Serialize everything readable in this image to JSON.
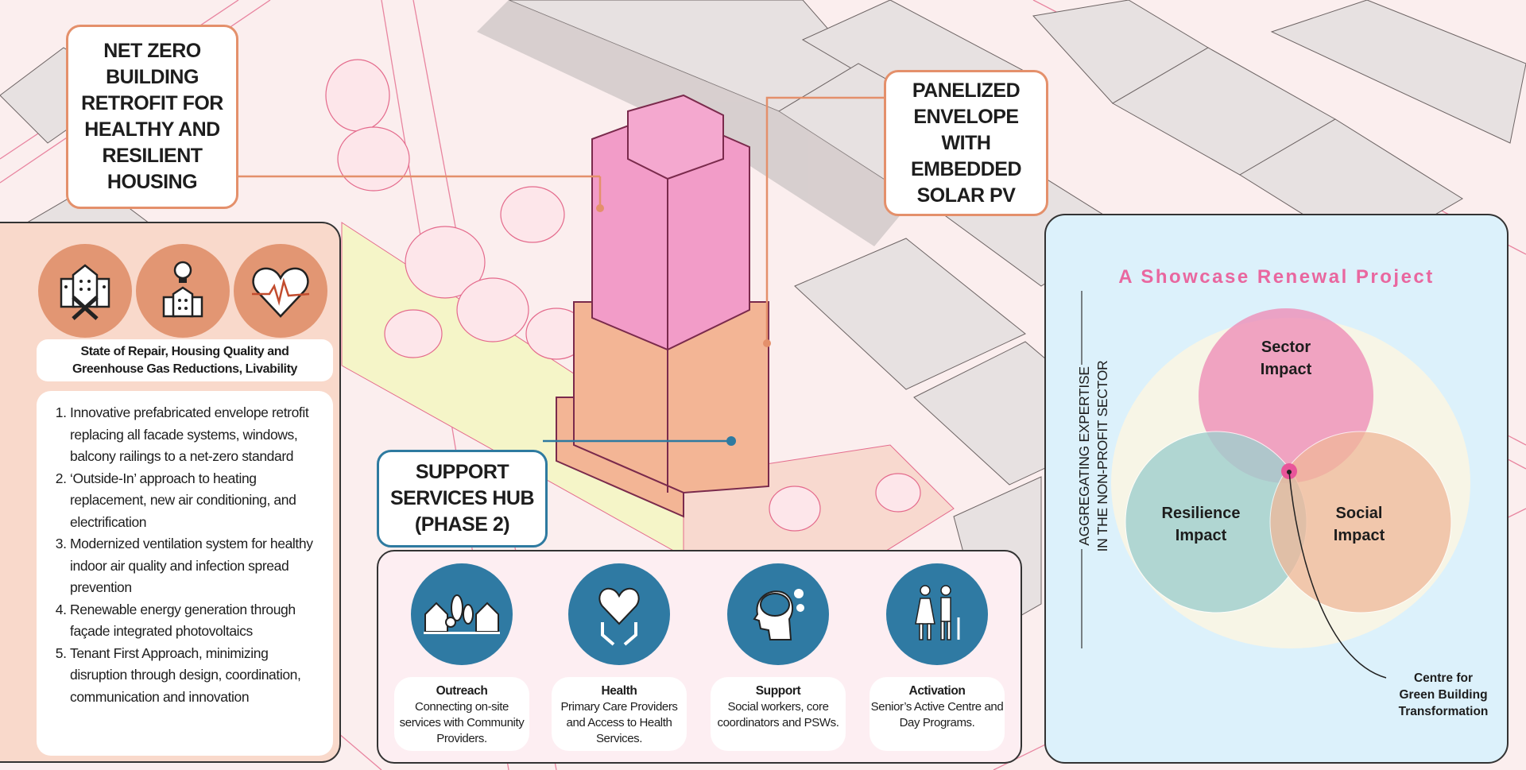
{
  "callouts": {
    "net_zero": "NET ZERO\nBUILDING\nRETROFIT FOR\nHEALTHY AND\nRESILIENT\nHOUSING",
    "panelized": "PANELIZED\nENVELOPE\nWITH\nEMBEDDED\nSOLAR PV",
    "support_hub": "SUPPORT\nSERVICES HUB\n(PHASE 2)"
  },
  "left_panel": {
    "icons": [
      "building-repair-icon",
      "green-building-lightbulb-icon",
      "heart-pulse-icon"
    ],
    "label": "State of Repair, Housing Quality and\nGreenhouse Gas Reductions, Livability",
    "items": [
      "Innovative prefabricated envelope retrofit replacing all facade systems, windows, balcony railings to a net-zero standard",
      "‘Outside-In’ approach to heating replacement, new air conditioning, and electrification",
      "Modernized ventilation system for healthy indoor air quality and infection spread prevention",
      "Renewable energy generation through façade integrated photovoltaics",
      "Tenant First Approach, minimizing disruption through design, coordination, communication and innovation"
    ]
  },
  "services": [
    {
      "icon": "community-houses-icon",
      "title": "Outreach",
      "desc": "Connecting on-site services with Community Providers."
    },
    {
      "icon": "heart-hands-icon",
      "title": "Health",
      "desc": "Primary Care Providers and Access to Health Services."
    },
    {
      "icon": "head-brain-icon",
      "title": "Support",
      "desc": "Social workers, core coordinators and PSWs."
    },
    {
      "icon": "seniors-walking-icon",
      "title": "Activation",
      "desc": "Senior’s Active Centre and Day Programs."
    }
  ],
  "venn": {
    "title": "A Showcase Renewal Project",
    "side_label_1": "AGGREGATING EXPERTISE",
    "side_label_2": "IN THE NON-PROFIT SECTOR",
    "sector": "Sector\nImpact",
    "resilience": "Resilience\nImpact",
    "social": "Social\nImpact",
    "centre": "Centre for\nGreen Building\nTransformation"
  },
  "colors": {
    "accent_orange": "#e29673",
    "accent_blue": "#2f7aa3",
    "title_pink": "#e9679f",
    "sector": "#ef9fc0",
    "resilience": "#a9d3d2",
    "social": "#f0c3ab"
  }
}
